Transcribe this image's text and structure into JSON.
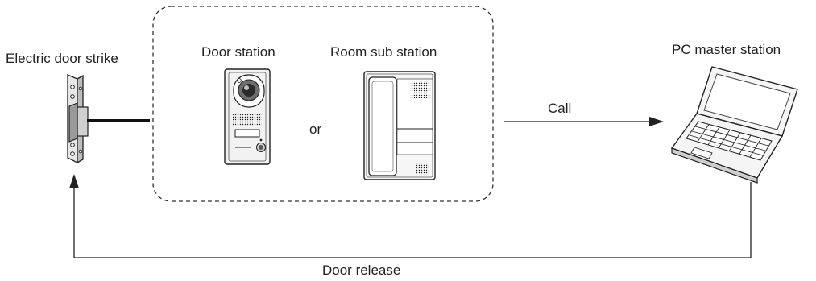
{
  "labels": {
    "electric_door_strike": "Electric door strike",
    "door_station": "Door station",
    "room_sub_station": "Room sub station",
    "or": "or",
    "call": "Call",
    "pc_master_station": "PC master station",
    "door_release": "Door release"
  },
  "icons": [
    "electric-door-strike-icon",
    "door-station-icon",
    "room-sub-station-icon",
    "laptop-icon"
  ]
}
